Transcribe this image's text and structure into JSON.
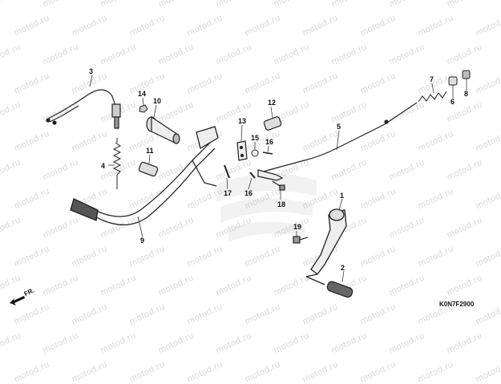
{
  "watermark": {
    "text": "motod.ru"
  },
  "diagram_code": "K0N7F2900",
  "direction_label": "FR.",
  "callouts": [
    {
      "id": "c1",
      "text": "1"
    },
    {
      "id": "c2",
      "text": "2"
    },
    {
      "id": "c3",
      "text": "3"
    },
    {
      "id": "c4",
      "text": "4"
    },
    {
      "id": "c5",
      "text": "5"
    },
    {
      "id": "c6",
      "text": "6"
    },
    {
      "id": "c7",
      "text": "7"
    },
    {
      "id": "c8",
      "text": "8"
    },
    {
      "id": "c9",
      "text": "9"
    },
    {
      "id": "c10",
      "text": "10"
    },
    {
      "id": "c11",
      "text": "11"
    },
    {
      "id": "c12",
      "text": "12"
    },
    {
      "id": "c13",
      "text": "13"
    },
    {
      "id": "c14",
      "text": "14"
    },
    {
      "id": "c15",
      "text": "15"
    },
    {
      "id": "c16a",
      "text": "16"
    },
    {
      "id": "c16b",
      "text": "16"
    },
    {
      "id": "c17",
      "text": "17"
    },
    {
      "id": "c18",
      "text": "18"
    },
    {
      "id": "c19",
      "text": "19"
    }
  ]
}
